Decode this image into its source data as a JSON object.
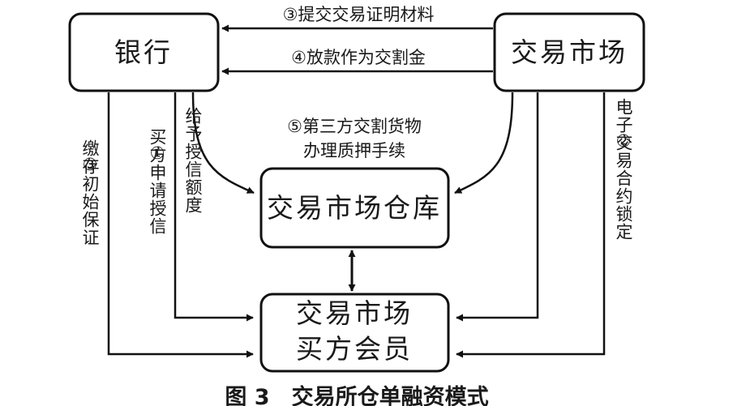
{
  "nodes": {
    "bank": "银行",
    "market": "交易市场",
    "warehouse": "交易市场仓库",
    "buyer_line1": "交易市场",
    "buyer_line2": "买方会员"
  },
  "edges": {
    "submit_proof": "③提交交易证明材料",
    "loan_as_payment": "④放款作为交割金",
    "third_party_delivery_line1": "⑤第三方交割货物",
    "third_party_delivery_line2": "办理质押手续",
    "pay_margin_num": "③",
    "pay_margin_text": "缴存初始保证",
    "apply_credit_num": "①",
    "apply_credit_text": "买方申请授信",
    "grant_credit": "给予授信额度",
    "lock_contract_num": "②",
    "lock_contract_text": "电子交易合约锁定"
  },
  "caption": "图 3　交易所仓单融资模式"
}
